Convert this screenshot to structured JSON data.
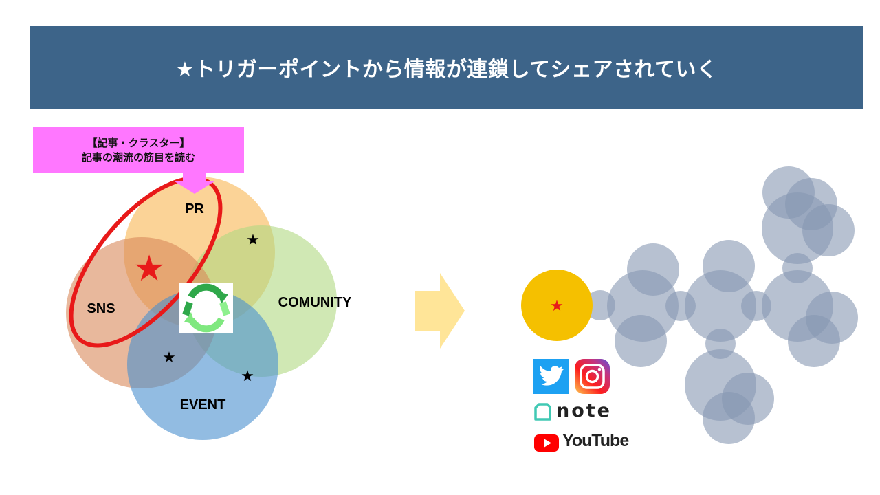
{
  "header": {
    "title": "★トリガーポイントから情報が連鎖してシェアされていく"
  },
  "callout": {
    "line1": "【記事・クラスター】",
    "line2": "記事の潮流の筋目を読む"
  },
  "venn": {
    "labels": {
      "pr": "PR",
      "sns": "SNS",
      "community": "COMUNITY",
      "event": "EVENT"
    },
    "star": "★",
    "colors": {
      "pr": "#f9b552",
      "sns": "#d9895a",
      "community": "#b0d982",
      "event": "#4a90cf",
      "highlight": "#e81919"
    }
  },
  "network": {
    "trigger_star": "★",
    "trigger_color": "#f5c000",
    "node_color": "#8797b2"
  },
  "social": {
    "note": "note",
    "youtube": "YouTube"
  }
}
